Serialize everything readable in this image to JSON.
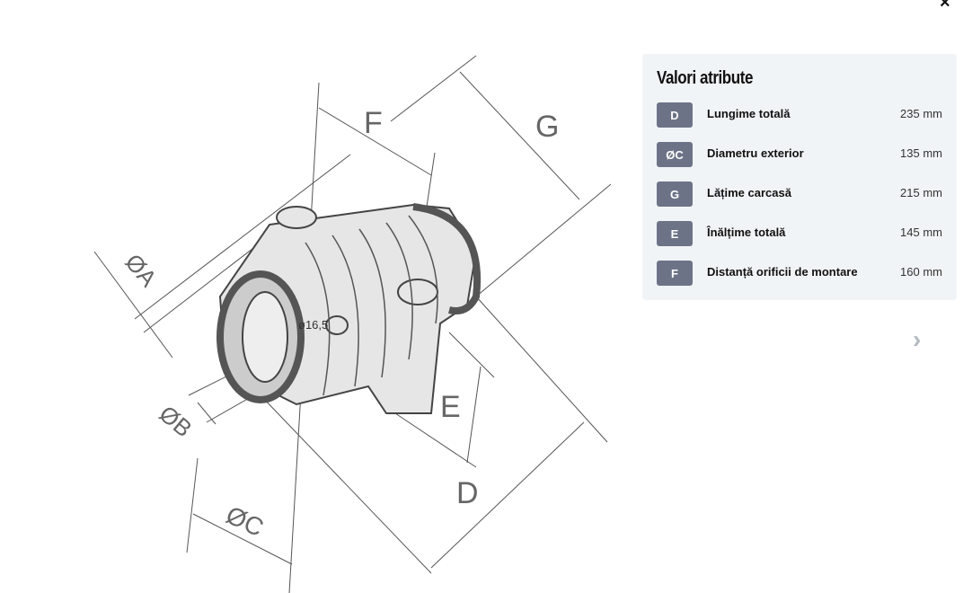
{
  "close_icon": "×",
  "next_icon": "›",
  "drawing": {
    "labels": {
      "F": "F",
      "G": "G",
      "A": "ØA",
      "B": "ØB",
      "C": "ØC",
      "D": "D",
      "E": "E",
      "hole": "ø16,5"
    }
  },
  "panel": {
    "title": "Valori atribute",
    "rows": [
      {
        "code": "D",
        "label": "Lungime totală",
        "value": "235 mm"
      },
      {
        "code": "ØC",
        "label": "Diametru exterior",
        "value": "135 mm"
      },
      {
        "code": "G",
        "label": "Lățime carcasă",
        "value": "215 mm"
      },
      {
        "code": "E",
        "label": "Înălțime totală",
        "value": "145 mm"
      },
      {
        "code": "F",
        "label": "Distanță orificii de montare",
        "value": "160 mm"
      }
    ]
  }
}
